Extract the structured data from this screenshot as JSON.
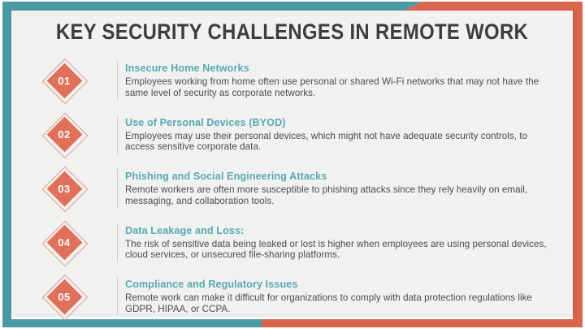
{
  "slide": {
    "title": "KEY SECURITY CHALLENGES IN REMOTE WORK",
    "colors": {
      "teal": "#4a9aa3",
      "orange": "#d9664c",
      "card_background": "#f1f1f0",
      "heading_text": "#56aab4",
      "body_text": "#4b4b4b",
      "title_text": "#3d3d3d",
      "badge_fill": "#e0705a",
      "badge_outline": "#e49c8b",
      "divider": "#cfcfcf"
    },
    "items": [
      {
        "number": "01",
        "heading": "Insecure Home Networks",
        "description": "Employees working from home often use personal or shared Wi-Fi networks that may not have the same level of security as corporate networks."
      },
      {
        "number": "02",
        "heading": "Use of Personal Devices (BYOD)",
        "description": "Employees may use their personal devices, which might not have adequate security controls, to access sensitive corporate data."
      },
      {
        "number": "03",
        "heading": "Phishing and Social Engineering Attacks",
        "description": "Remote workers are often more susceptible to phishing attacks since they rely heavily on email, messaging, and collaboration tools."
      },
      {
        "number": "04",
        "heading": "Data Leakage and Loss:",
        "description": "The risk of sensitive data being leaked or lost is higher when employees are using personal devices, cloud services, or unsecured file-sharing platforms."
      },
      {
        "number": "05",
        "heading": "Compliance and Regulatory Issues",
        "description": "Remote work can make it difficult for organizations to comply with data protection regulations like GDPR, HIPAA, or CCPA."
      }
    ]
  }
}
